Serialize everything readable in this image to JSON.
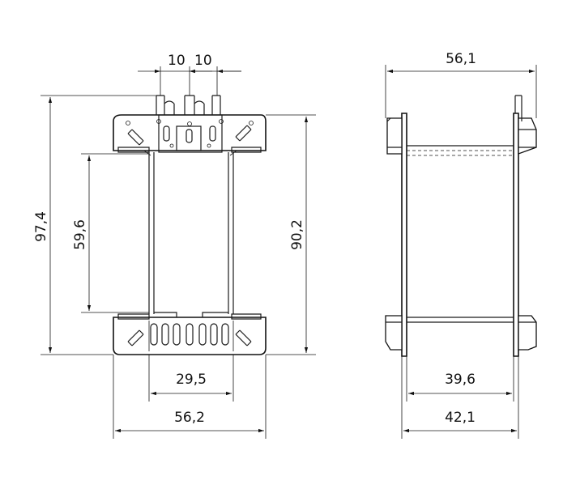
{
  "dimensions": {
    "pin_pitch_left": "10",
    "pin_pitch_right": "10",
    "overall_height": "97,4",
    "inner_height": "59,6",
    "frame_height": "90,2",
    "inner_width": "29,5",
    "overall_width": "56,2",
    "side_overall_width": "56,1",
    "side_inner_width": "39,6",
    "side_core_width": "42,1"
  },
  "colors": {
    "line": "#1a1a1a",
    "background": "#ffffff"
  }
}
